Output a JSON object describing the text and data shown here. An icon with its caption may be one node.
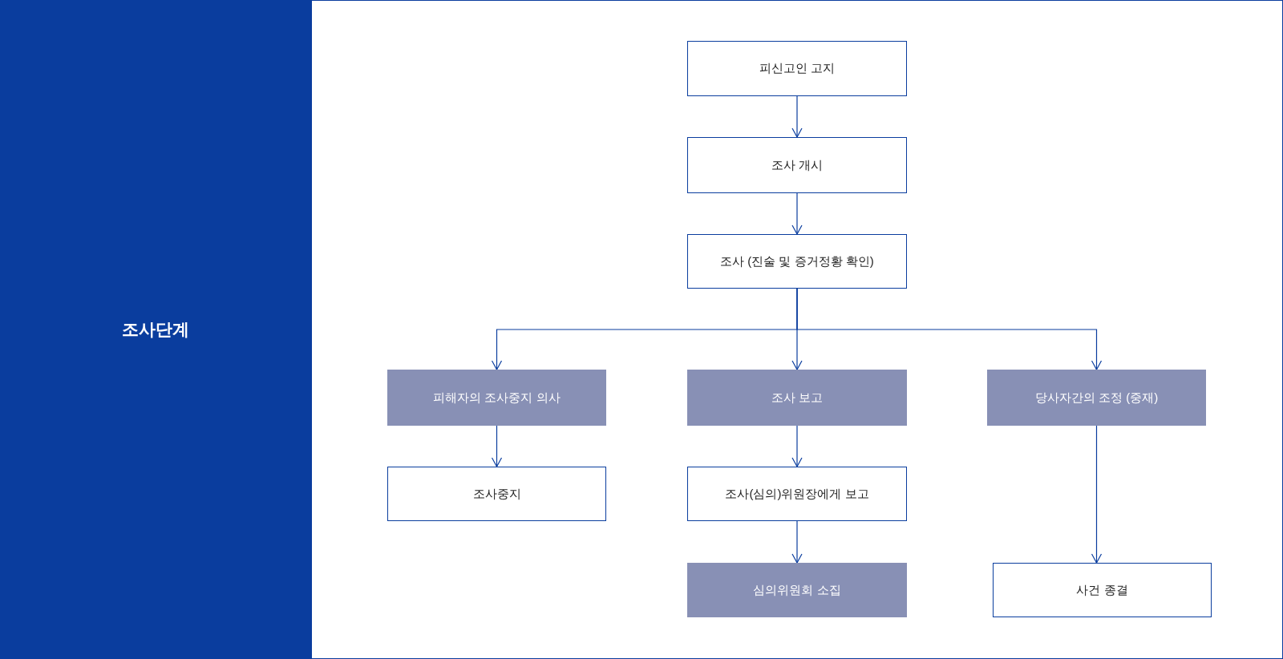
{
  "diagram": {
    "nodes": [
      {
        "text": [
          "조사단계"
        ]
      },
      {
        "text": [
          "피신고인 고지"
        ]
      },
      {
        "text": [
          "조사 개시"
        ]
      },
      {
        "text": [
          "조사 (진술 및 증거정황 확인)"
        ]
      },
      {
        "text": [
          "피해자의 조사중지 의사"
        ]
      },
      {
        "text": [
          "조사 보고"
        ]
      },
      {
        "text": [
          "당사자간의 조정 (중재)"
        ]
      },
      {
        "text": [
          "조사중지"
        ]
      },
      {
        "text": [
          "조사(심의)위원장에게 보고"
        ]
      },
      {
        "text": [
          "심의위원회 소집"
        ]
      },
      {
        "text": [
          "사건 종결"
        ]
      }
    ],
    "edges": [
      {
        "from": 1,
        "to": 2,
        "arrow": "to"
      },
      {
        "from": 2,
        "to": 3,
        "arrow": "to"
      },
      {
        "from": 3,
        "to": 4,
        "arrow": "to"
      },
      {
        "from": 3,
        "to": 5,
        "arrow": "to"
      },
      {
        "from": 3,
        "to": 6,
        "arrow": "to"
      },
      {
        "from": 4,
        "to": 7,
        "arrow": "to"
      },
      {
        "from": 5,
        "to": 8,
        "arrow": "to"
      },
      {
        "from": 8,
        "to": 9,
        "arrow": "to"
      },
      {
        "from": 6,
        "to": 10,
        "arrow": "to"
      }
    ]
  }
}
